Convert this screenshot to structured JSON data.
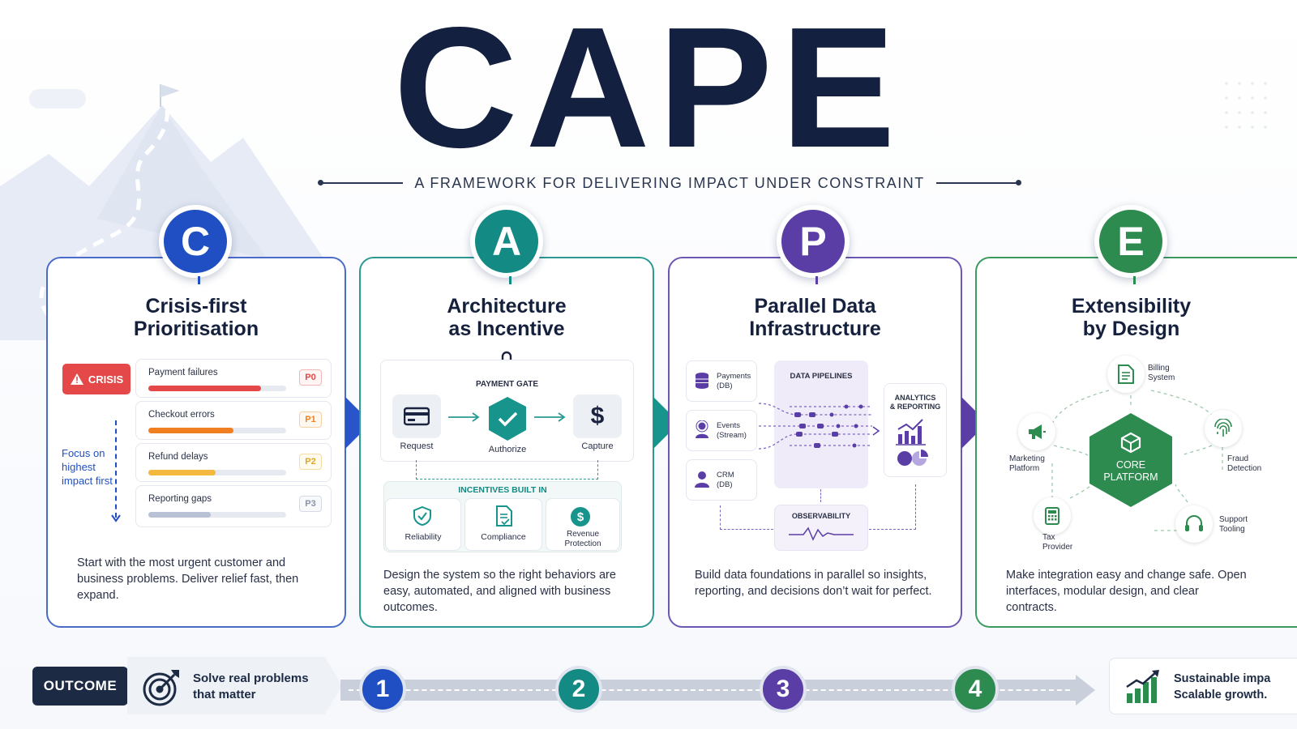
{
  "title": "CAPE",
  "subtitle": "A FRAMEWORK FOR DELIVERING IMPACT UNDER CONSTRAINT",
  "colors": {
    "c": "#1f4fc2",
    "a": "#138a83",
    "p": "#5a3ea6",
    "e": "#2e8b4f",
    "navy": "#13203f"
  },
  "cards": [
    {
      "letter": "C",
      "title_l1": "Crisis-first",
      "title_l2": "Prioritisation",
      "desc": "Start with the most urgent customer and business problems. Deliver relief fast, then expand."
    },
    {
      "letter": "A",
      "title_l1": "Architecture",
      "title_l2": "as Incentive",
      "desc": "Design the system so the right behaviors are easy, automated, and aligned with business outcomes."
    },
    {
      "letter": "P",
      "title_l1": "Parallel Data",
      "title_l2": "Infrastructure",
      "desc": "Build data foundations in parallel so insights, reporting, and decisions don’t wait for perfect."
    },
    {
      "letter": "E",
      "title_l1": "Extensibility",
      "title_l2": "by Design",
      "desc": "Make integration easy and change safe. Open interfaces, modular design, and clear contracts."
    }
  ],
  "crisis": {
    "tag": "CRISIS",
    "focus": "Focus on highest impact first",
    "items": [
      {
        "label": "Payment failures",
        "priority": "P0",
        "level": 0.82
      },
      {
        "label": "Checkout errors",
        "priority": "P1",
        "level": 0.62
      },
      {
        "label": "Refund delays",
        "priority": "P2",
        "level": 0.49
      },
      {
        "label": "Reporting gaps",
        "priority": "P3",
        "level": 0.45
      }
    ]
  },
  "arch": {
    "gate": "PAYMENT GATE",
    "request": "Request",
    "authorize": "Authorize",
    "capture": "Capture",
    "incentives": "INCENTIVES BUILT IN",
    "reliability": "Reliability",
    "compliance": "Compliance",
    "revenue_l1": "Revenue",
    "revenue_l2": "Protection"
  },
  "data": {
    "sources": [
      {
        "l1": "Payments",
        "l2": "(DB)"
      },
      {
        "l1": "Events",
        "l2": "(Stream)"
      },
      {
        "l1": "CRM",
        "l2": "(DB)"
      }
    ],
    "pipelines": "DATA PIPELINES",
    "analytics_l1": "ANALYTICS",
    "analytics_l2": "& REPORTING",
    "observability": "OBSERVABILITY"
  },
  "ext": {
    "core_l1": "CORE",
    "core_l2": "PLATFORM",
    "billing_l1": "Billing",
    "billing_l2": "System",
    "marketing_l1": "Marketing",
    "marketing_l2": "Platform",
    "fraud_l1": "Fraud",
    "fraud_l2": "Detection",
    "tax_l1": "Tax",
    "tax_l2": "Provider",
    "support_l1": "Support",
    "support_l2": "Tooling"
  },
  "outcome": {
    "label": "OUTCOME",
    "goal_l1": "Solve real problems",
    "goal_l2": "that matter",
    "steps": [
      "1",
      "2",
      "3",
      "4"
    ],
    "result_l1": "Sustainable impa",
    "result_l2": "Scalable growth."
  }
}
